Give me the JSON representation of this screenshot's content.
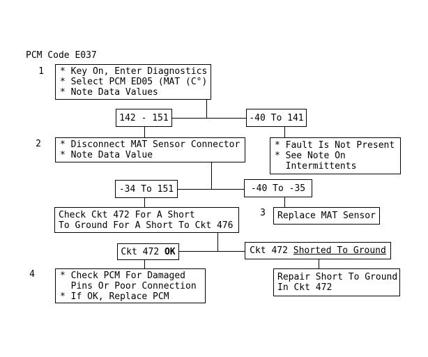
{
  "colors": {
    "background": "#ffffff",
    "line": "#000000",
    "text": "#000000"
  },
  "title": "PCM Code E037",
  "steps": {
    "s1": "1",
    "s2": "2",
    "s3": "3",
    "s4": "4"
  },
  "boxes": {
    "diagnostics": {
      "lines": [
        "* Key On, Enter Diagnostics",
        "* Select PCM ED05 (MAT (C°)",
        "* Note Data Values"
      ]
    },
    "range_142_151": {
      "label": "142 - 151"
    },
    "range_neg40_141": {
      "label": "-40 To 141"
    },
    "disconnect": {
      "lines": [
        "* Disconnect MAT Sensor Connector",
        "* Note Data Value"
      ]
    },
    "fault_not_present": {
      "lines": [
        "* Fault Is Not Present",
        "* See Note On",
        "  Intermittents"
      ]
    },
    "range_neg34_151": {
      "label": "-34 To 151"
    },
    "range_neg40_neg35": {
      "label": "-40 To -35"
    },
    "check_ckt": {
      "lines": [
        "Check Ckt 472 For A Short",
        "To Ground For A Short To Ckt 476"
      ]
    },
    "replace_mat": {
      "label": "Replace MAT Sensor"
    },
    "ckt_ok": {
      "prefix": "Ckt 472 ",
      "emphasis": "OK"
    },
    "ckt_shorted": {
      "prefix": "Ckt 472 ",
      "underlined": "Shorted To Ground"
    },
    "check_pcm": {
      "lines": [
        "* Check PCM For Damaged",
        "  Pins Or Poor Connection",
        "* If OK, Replace PCM"
      ]
    },
    "repair_short": {
      "lines": [
        "Repair Short To Ground",
        "In Ckt 472"
      ]
    }
  }
}
